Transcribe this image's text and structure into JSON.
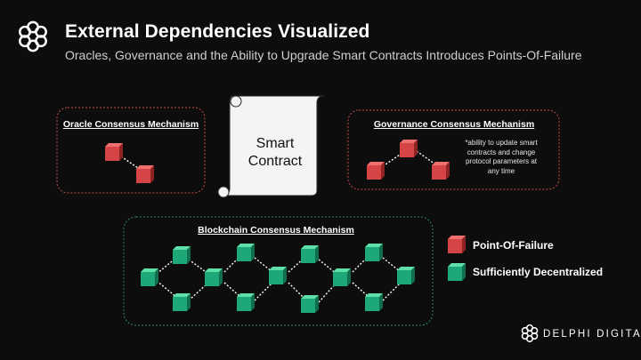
{
  "header": {
    "title": "External Dependencies Visualized",
    "subtitle": "Oracles, Governance and the Ability to Upgrade Smart Contracts Introduces Points-Of-Failure"
  },
  "panels": {
    "oracle_title": "Oracle Consensus Mechanism",
    "governance_title": "Governance Consensus Mechanism",
    "governance_note": "*ability to update smart contracts and change protocol parameters at any time",
    "blockchain_title": "Blockchain Consensus Mechanism"
  },
  "contract": {
    "label_line1": "Smart",
    "label_line2": "Contract"
  },
  "legend": {
    "failure_label": "Point-Of-Failure",
    "decentralized_label": "Sufficiently Decentralized"
  },
  "brand": {
    "name": "DELPHI DIGITAL"
  },
  "colors": {
    "background": "#0d0d0d",
    "failure_node": "#d64545",
    "decentralized_node": "#1fa877",
    "oracle_border": "#c44a4a",
    "blockchain_border": "#2f8a62",
    "governance_border": "#c44a4a"
  }
}
